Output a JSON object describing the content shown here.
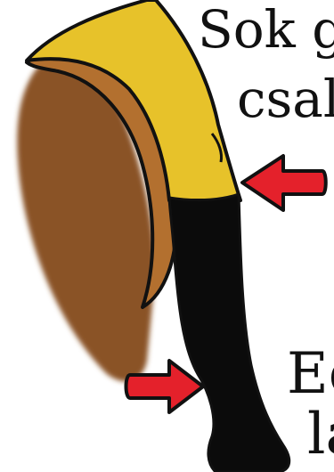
{
  "captions": {
    "top_line_1": "Sok g",
    "top_line_2": "csal",
    "bottom_line_1": "Eg",
    "bottom_line_2": "la"
  },
  "colors": {
    "saddle_brown": "#8a5228",
    "saddle_rim": "#b3702f",
    "jodhpurs_yellow": "#e7c22a",
    "boot_black": "#0b0b0b",
    "arrow_red": "#e4212b",
    "outline": "#111111"
  },
  "icons": {
    "upper_arrow": "left-arrow-icon",
    "lower_arrow": "right-arrow-icon"
  }
}
